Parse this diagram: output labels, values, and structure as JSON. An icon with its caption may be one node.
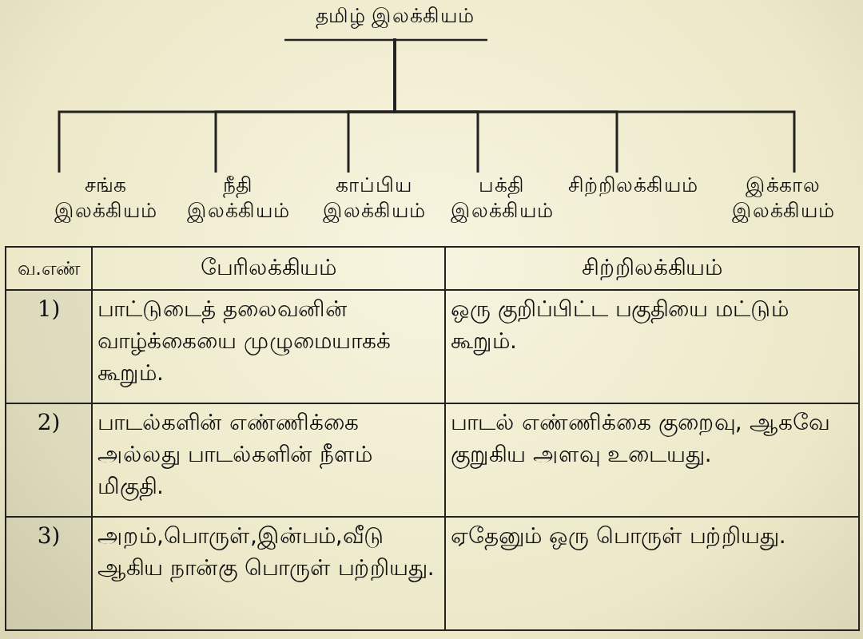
{
  "diagram": {
    "nodes": [
      {
        "text": [
          "தமிழ்  இலக்கியம்"
        ]
      },
      {
        "text": [
          "சங்க இலக்கியம்"
        ]
      },
      {
        "text": [
          "நீதி இலக்கியம்"
        ]
      },
      {
        "text": [
          "காப்பிய இலக்கியம்"
        ]
      },
      {
        "text": [
          "பக்தி இலக்கியம்"
        ]
      },
      {
        "text": [
          "சிற்றிலக்கியம்"
        ]
      },
      {
        "text": [
          "இக்கால இலக்கியம்"
        ]
      }
    ],
    "edges": [
      {
        "from": 0,
        "to": 1,
        "arrow": "none"
      },
      {
        "from": 0,
        "to": 2,
        "arrow": "none"
      },
      {
        "from": 0,
        "to": 3,
        "arrow": "none"
      },
      {
        "from": 0,
        "to": 4,
        "arrow": "none"
      },
      {
        "from": 0,
        "to": 5,
        "arrow": "none"
      },
      {
        "from": 0,
        "to": 6,
        "arrow": "none"
      }
    ],
    "labels": [
      "வ.எண்",
      "பேரிலக்கியம்",
      "சிற்றிலக்கியம்",
      "1)",
      "பாட்டுடைத் தலைவனின் வாழ்க்கையை முழுமையாகக் கூறும்.",
      "ஒரு குறிப்பிட்ட பகுதியை மட்டும் கூறும்.",
      "2)",
      "பாடல்களின் எண்ணிக்கை அல்லது பாடல்களின் நீளம் மிகுதி.",
      "பாடல் எண்ணிக்கை குறைவு, ஆகவே குறுகிய அளவு உடையது.",
      "3)",
      "அறம்,பொருள்,இன்பம்,வீடு ஆகிய நான்கு பொருள் பற்றியது.",
      "ஏதேனும் ஒரு பொருள் பற்றியது."
    ]
  }
}
